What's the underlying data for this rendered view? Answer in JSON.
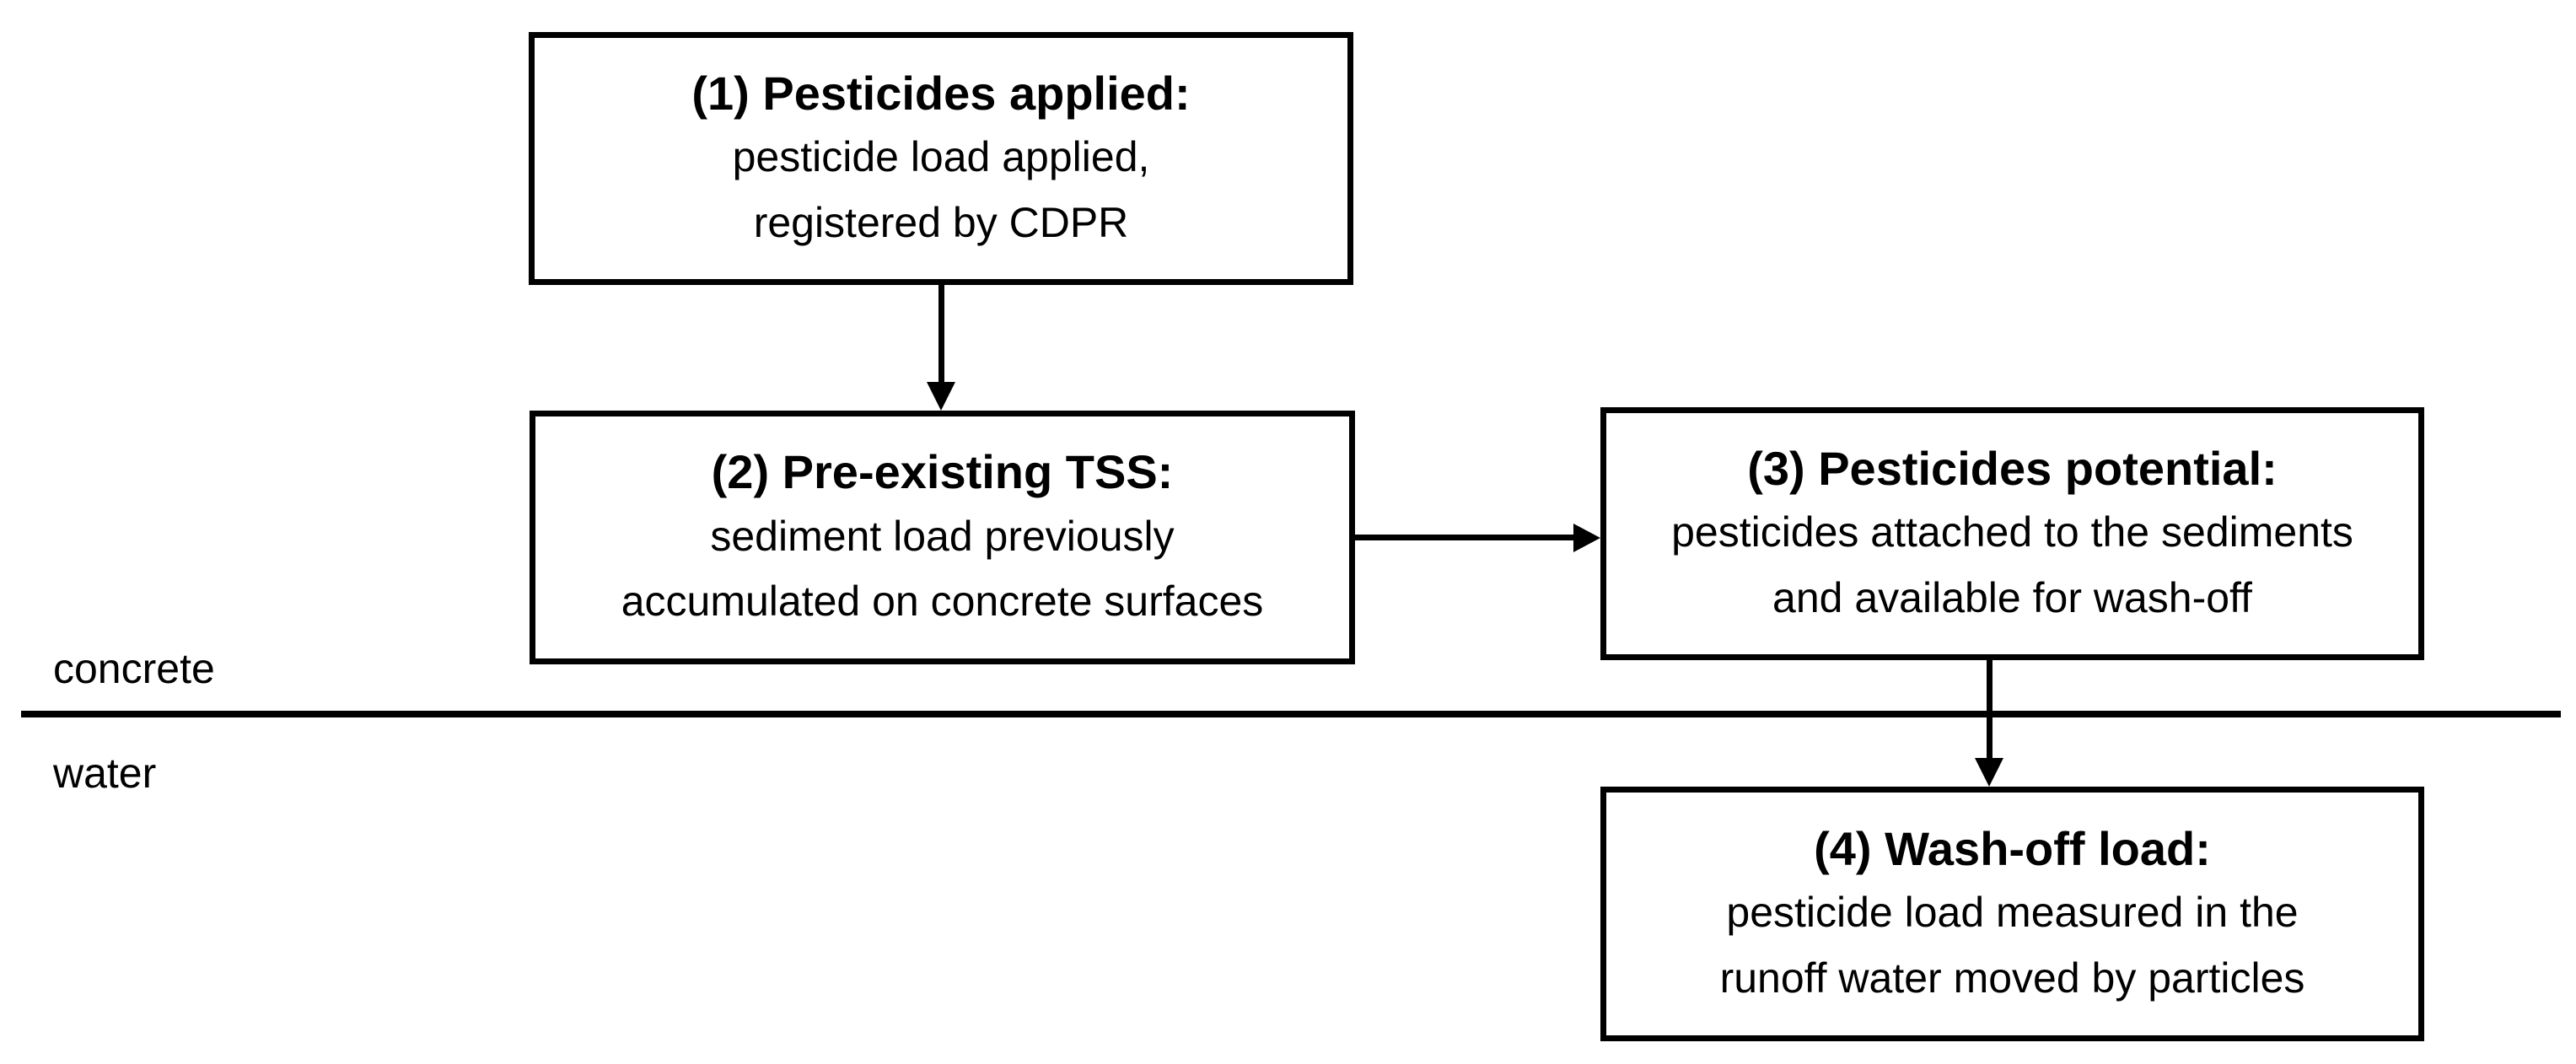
{
  "diagram": {
    "boxes": [
      {
        "title": "(1) Pesticides applied:",
        "body": "pesticide load applied,\nregistered by CDPR"
      },
      {
        "title": "(2) Pre-existing TSS:",
        "body": "sediment load previously\naccumulated on concrete surfaces"
      },
      {
        "title": "(3) Pesticides potential:",
        "body": "pesticides attached to the sediments\nand available for wash-off"
      },
      {
        "title": "(4) Wash-off load:",
        "body": "pesticide load measured in the\nrunoff water moved by particles"
      }
    ],
    "zone_labels": {
      "above": "concrete",
      "below": "water"
    },
    "colors": {
      "line": "#000000",
      "text": "#000000",
      "background": "#ffffff"
    }
  }
}
